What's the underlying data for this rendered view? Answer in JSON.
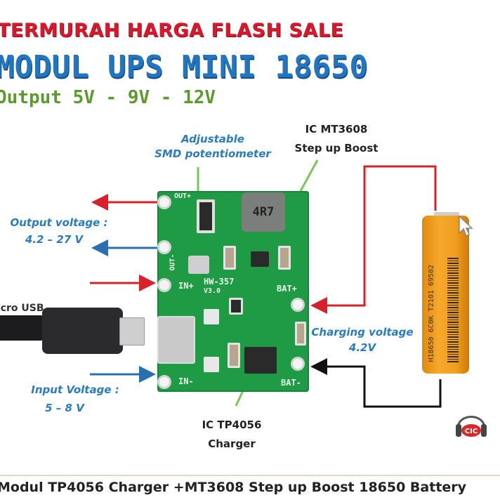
{
  "header": {
    "promo": "TERMURAH HARGA FLASH SALE",
    "title": "MODUL UPS MINI 18650",
    "subtitle": "Output 5V - 9V - 12V"
  },
  "annotations": {
    "potentiometer": [
      "Adjustable",
      "SMD potentiometer"
    ],
    "boost_ic": [
      "IC MT3608",
      "Step up Boost"
    ],
    "output_voltage": [
      "Output voltage :",
      "4.2 – 27 V"
    ],
    "usb": "Micro USB",
    "input_voltage": [
      "Input Voltage :",
      "5 – 8 V"
    ],
    "charging_voltage": [
      "Charging voltage",
      "4.2V"
    ],
    "charger_ic": [
      "IC TP4056",
      "Charger"
    ]
  },
  "pcb": {
    "out_plus": "OUT+",
    "out_minus": "OUT-",
    "in_plus": "IN+",
    "in_minus": "IN-",
    "bat_plus": "BAT+",
    "bat_minus": "BAT-",
    "model": "HW-357",
    "version": "V3.0",
    "inductor": "4R7"
  },
  "battery": {
    "label": "H18650 6C0K T2101 69502"
  },
  "colors": {
    "promo": "#d8192c",
    "title": "#2275c0",
    "subtitle": "#5b9a2e",
    "annotation_blue": "#2a7bbf",
    "arrow_red": "#d8202a",
    "arrow_blue": "#2a6fb0",
    "pcb_green": "#1f9a45",
    "battery_orange": "#f0a020"
  },
  "footer": {
    "caption": "Modul TP4056 Charger +MT3608 Step up Boost 18650 Battery"
  }
}
